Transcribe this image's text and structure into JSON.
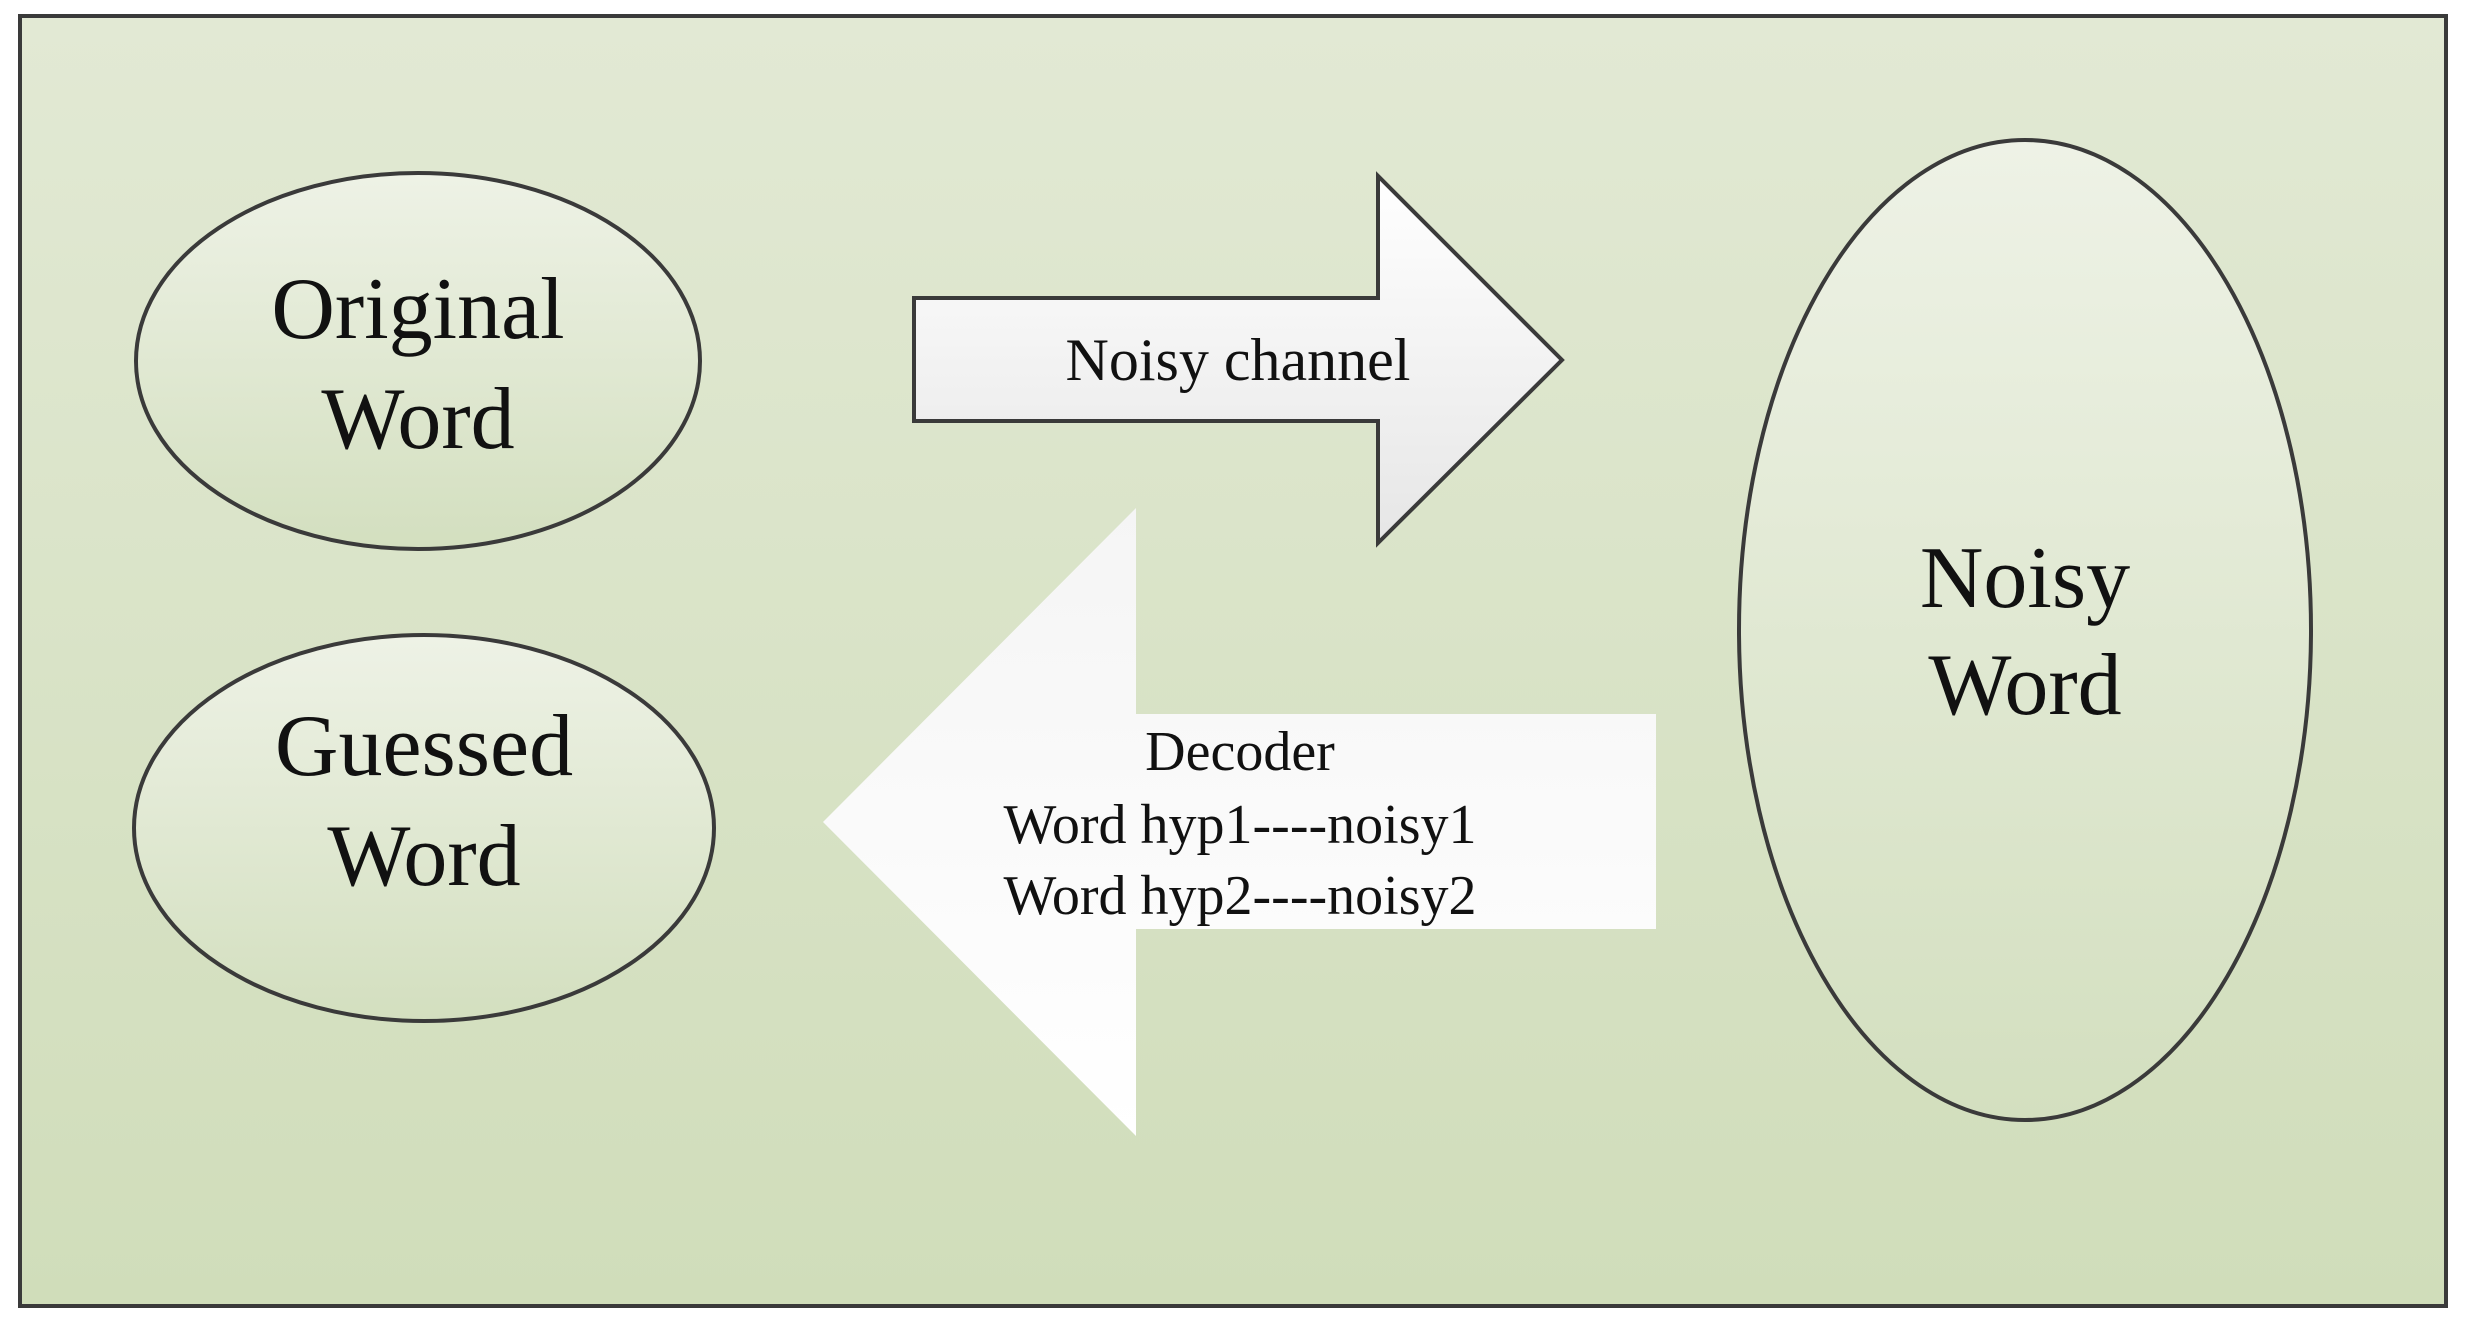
{
  "nodes": {
    "original_word": {
      "lines": [
        "Original",
        "Word"
      ]
    },
    "guessed_word": {
      "lines": [
        "Guessed",
        "Word"
      ]
    },
    "noisy_word": {
      "lines": [
        "Noisy",
        "Word"
      ]
    }
  },
  "arrows": {
    "noisy_channel": {
      "label": "Noisy channel"
    },
    "decoder": {
      "lines": [
        "Decoder",
        "Word hyp1----noisy1",
        "Word hyp2----noisy2"
      ]
    }
  },
  "colors": {
    "background_top": "#e2e9d4",
    "background_bottom": "#d0ddba",
    "node_fill_light": "#eef2e6",
    "node_fill_dark": "#d3dfbf",
    "arrow_fill_light": "#ffffff",
    "arrow_fill_dark": "#e6e6e6",
    "stroke": "#3a3a3a"
  }
}
